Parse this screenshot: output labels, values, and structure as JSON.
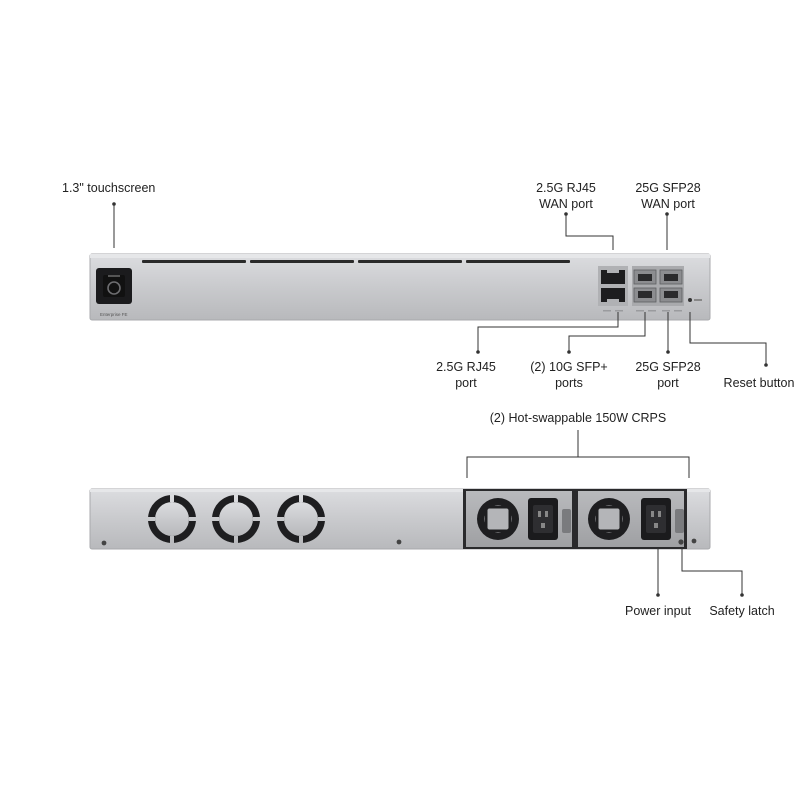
{
  "front_panel": {
    "model_label": "Enterprise FE",
    "callouts": {
      "touchscreen": "1.3\" touchscreen",
      "wan_rj45": [
        "2.5G RJ45",
        "WAN port"
      ],
      "wan_sfp28": [
        "25G SFP28",
        "WAN port"
      ],
      "rj45_port": [
        "2.5G RJ45",
        "port"
      ],
      "sfp_plus": [
        "(2) 10G SFP+",
        "ports"
      ],
      "sfp28_port": [
        "25G SFP28",
        "port"
      ],
      "reset": "Reset button"
    }
  },
  "rear_panel": {
    "callouts": {
      "psu": "(2) Hot-swappable 150W CRPS",
      "power_input": "Power input",
      "safety_latch": "Safety latch"
    }
  }
}
